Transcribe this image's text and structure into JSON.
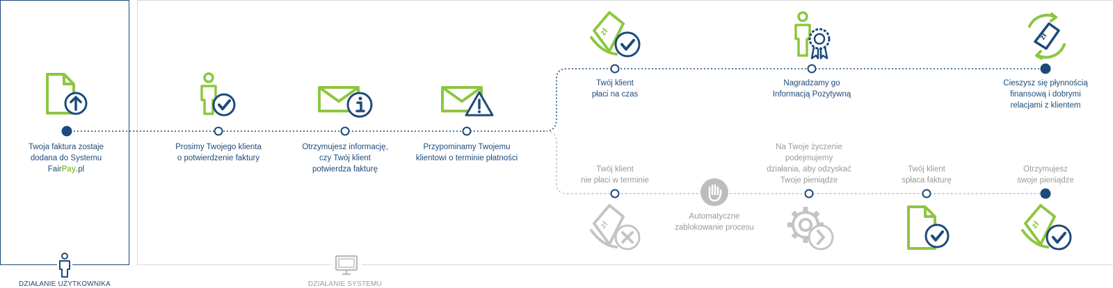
{
  "colors": {
    "brand_blue": "#1c4a7a",
    "brand_green": "#8dc63f",
    "inactive_grey": "#bdbdbd",
    "frame_grey": "#d9d9d9"
  },
  "sections": {
    "user_action": "DZIAŁANIE UŻYTKOWNIKA",
    "system_action": "DZIAŁANIE SYSTEMU"
  },
  "main_flow": [
    {
      "id": "upload",
      "icon": "document-upload-icon",
      "lines": [
        "Twoja faktura zostaje",
        "dodana do Systemu"
      ],
      "brand_prefix": "Fair",
      "brand_highlight": "Pay",
      "brand_suffix": ".pl"
    },
    {
      "id": "confirm-request",
      "icon": "person-check-icon",
      "lines": [
        "Prosimy Twojego klienta",
        "o potwierdzenie faktury"
      ]
    },
    {
      "id": "confirmation-info",
      "icon": "envelope-info-icon",
      "lines": [
        "Otrzymujesz informację,",
        "czy Twój klient",
        "potwierdza fakturę"
      ]
    },
    {
      "id": "reminder",
      "icon": "envelope-warning-icon",
      "lines": [
        "Przypominamy Twojemu",
        "klientowi o terminie płatności"
      ]
    }
  ],
  "positive_branch": [
    {
      "id": "pays-on-time",
      "icon": "invoice-check-icon",
      "lines": [
        "Twój klient",
        "płaci na czas"
      ]
    },
    {
      "id": "reward",
      "icon": "person-award-icon",
      "lines": [
        "Nagradzamy go",
        "Informacją Pozytywną"
      ]
    },
    {
      "id": "liquidity",
      "icon": "money-cycle-icon",
      "lines": [
        "Cieszysz się płynnością",
        "finansową i dobrymi",
        "relacjami z klientem"
      ]
    }
  ],
  "negative_branch": [
    {
      "id": "not-paid",
      "icon": "invoice-cross-icon",
      "lines": [
        "Twój klient",
        "nie płaci w terminie"
      ]
    },
    {
      "id": "auto-block",
      "icon": "hand-stop-icon",
      "lines": [
        "Automatyczne",
        "zablokowanie procesu"
      ]
    },
    {
      "id": "recovery",
      "icon": "gear-arrow-icon",
      "lines": [
        "Na Twoje życzenie",
        "podejmujemy",
        "działania, aby odzyskać",
        "Twoje pieniądze"
      ]
    },
    {
      "id": "client-pays",
      "icon": "document-check-icon",
      "lines": [
        "Twój klient",
        "spłaca fakturę"
      ]
    },
    {
      "id": "get-money",
      "icon": "money-check-icon",
      "lines": [
        "Otrzymujesz",
        "swoje pieniądze"
      ]
    }
  ]
}
